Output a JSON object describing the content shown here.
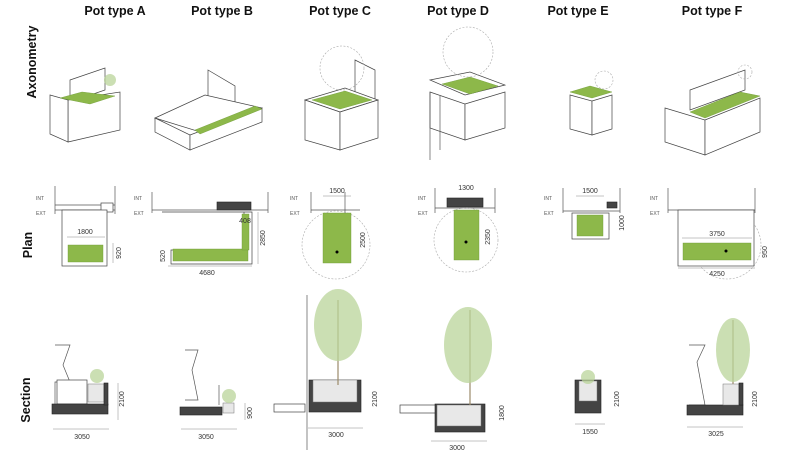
{
  "columns": [
    {
      "title": "Pot type A",
      "plan_dims": [
        "1800",
        "920"
      ],
      "section_dims": [
        "2100",
        "3050"
      ]
    },
    {
      "title": "Pot type B",
      "plan_dims": [
        "408",
        "2850",
        "520",
        "4680"
      ],
      "section_dims": [
        "900",
        "3050"
      ]
    },
    {
      "title": "Pot type C",
      "plan_dims": [
        "1500",
        "2500"
      ],
      "section_dims": [
        "2100",
        "3000"
      ]
    },
    {
      "title": "Pot type D",
      "plan_dims": [
        "1300",
        "2350"
      ],
      "section_dims": [
        "1800",
        "3000"
      ]
    },
    {
      "title": "Pot type E",
      "plan_dims": [
        "1500",
        "1000"
      ],
      "section_dims": [
        "2100",
        "1550"
      ]
    },
    {
      "title": "Pot type F",
      "plan_dims": [
        "3750",
        "950",
        "4250"
      ],
      "section_dims": [
        "2100",
        "3025"
      ]
    }
  ],
  "rows": {
    "axonometry": "Axonometry",
    "plan": "Plan",
    "section": "Section"
  },
  "plan_labels": {
    "int": "INT",
    "ext": "EXT"
  },
  "colors": {
    "planting": "#8db84a",
    "structure": "#444444"
  }
}
